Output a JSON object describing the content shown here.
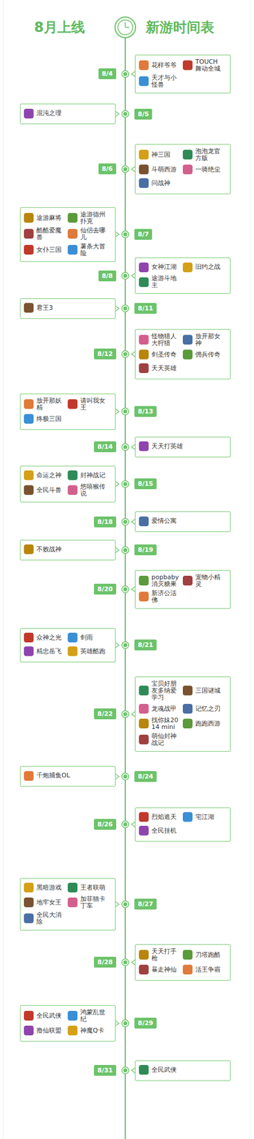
{
  "diagram": {
    "title": "8月上线",
    "nodes": [
      {
        "text": [
          "8/4"
        ]
      },
      {
        "text": [
          "花样爷爷",
          "TOUCH 舞动全城",
          "天才与小怪兽"
        ]
      },
      {
        "text": [
          "混沌之理"
        ]
      },
      {
        "text": [
          "8/5"
        ]
      },
      {
        "text": [
          "8/6"
        ]
      },
      {
        "text": [
          "神三国",
          "泡泡龙官方版",
          "斗萌西游",
          "一骑绝尘",
          "问战神"
        ]
      },
      {
        "text": [
          "途游麻将",
          "途游德州扑克",
          "酷酷爱魔兽",
          "仙侣去哪儿",
          "女仆三国",
          "薯条大冒险"
        ]
      },
      {
        "text": [
          "8/7"
        ]
      },
      {
        "text": [
          "8/8"
        ]
      },
      {
        "text": [
          "女神江湖",
          "旧约之战",
          "途游斗地主"
        ]
      },
      {
        "text": [
          "君王3"
        ]
      },
      {
        "text": [
          "8/11"
        ]
      },
      {
        "text": [
          "8/12"
        ]
      },
      {
        "text": [
          "怪物猎人大狩猎",
          "放开那女神",
          "剑圣传奇",
          "佣兵传奇",
          "天天英雄"
        ]
      },
      {
        "text": [
          "放开那妖精",
          "请叫我女王",
          "终极三国"
        ]
      },
      {
        "text": [
          "8/13"
        ]
      },
      {
        "text": [
          "8/14"
        ]
      },
      {
        "text": [
          "天天打英雄"
        ]
      },
      {
        "text": [
          "命运之神",
          "封神战记",
          "全民斗兽",
          "悠嘻猴传说"
        ]
      },
      {
        "text": [
          "8/15"
        ]
      },
      {
        "text": [
          "8/18"
        ]
      },
      {
        "text": [
          "爱情公寓"
        ]
      },
      {
        "text": [
          "不败战神"
        ]
      },
      {
        "text": [
          "8/19"
        ]
      },
      {
        "text": [
          "8/20"
        ]
      },
      {
        "text": [
          "popbaby 消灭糖果",
          "宠物小精灵",
          "新济公活佛"
        ]
      },
      {
        "text": [
          "众神之光",
          "剑雨",
          "精忠岳飞",
          "英雄酷跑"
        ]
      },
      {
        "text": [
          "8/21"
        ]
      },
      {
        "text": [
          "8/22"
        ]
      },
      {
        "text": [
          "宝贝好朋友多纳爱学习",
          "三国谜城",
          "龙魂战甲",
          "记忆之刃",
          "找你妹2014 mini",
          "跑跑西游",
          "萌仙封神战记"
        ]
      },
      {
        "text": [
          "千炮捕鱼OL"
        ]
      },
      {
        "text": [
          "8/24"
        ]
      },
      {
        "text": [
          "8/26"
        ]
      },
      {
        "text": [
          "烈焰遮天",
          "宅江湖",
          "全民挂机"
        ]
      },
      {
        "text": [
          "黑暗游戏",
          "王者联萌",
          "地牢女王",
          "加菲猫卡丁车",
          "全民大消除"
        ]
      },
      {
        "text": [
          "8/27"
        ]
      },
      {
        "text": [
          "8/28"
        ]
      },
      {
        "text": [
          "天天打手枪",
          "刀塔跑酷",
          "暴走神仙",
          "活王争霸"
        ]
      },
      {
        "text": [
          "全民武侠",
          "鸿蒙乱世纪",
          "撸仙联盟",
          "神魔Q卡"
        ]
      },
      {
        "text": [
          "8/29"
        ]
      },
      {
        "text": [
          "8/31"
        ]
      },
      {
        "text": [
          "全民武侠"
        ]
      }
    ],
    "labels": [
      "新游时间表"
    ]
  }
}
